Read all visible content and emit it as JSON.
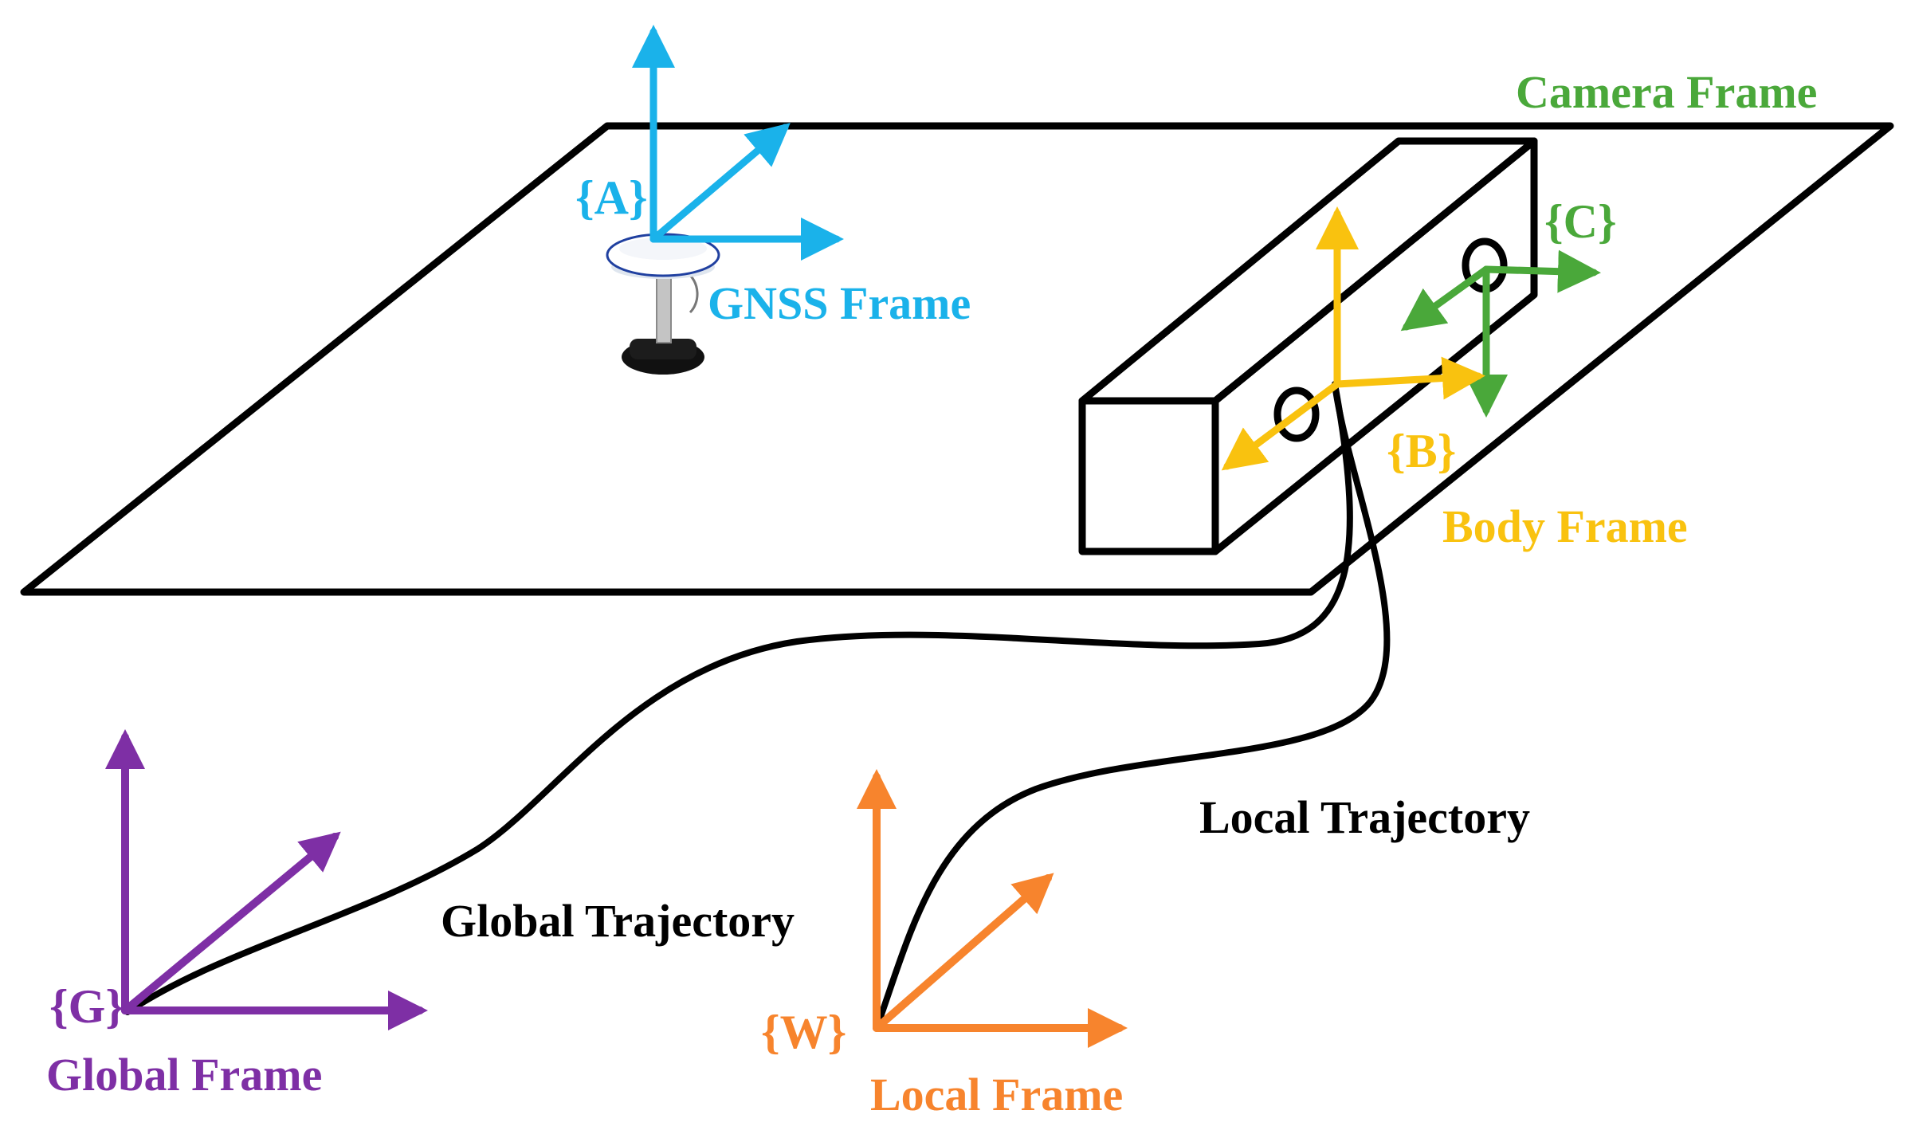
{
  "colors": {
    "gnss": "#1ab2ea",
    "camera": "#4aa83a",
    "body": "#f9c20f",
    "global": "#7e2fa5",
    "local": "#f7842d",
    "outline": "#000000"
  },
  "frames": {
    "gnss": {
      "id": "{A}",
      "label": "GNSS Frame"
    },
    "camera": {
      "id": "{C}",
      "label": "Camera Frame"
    },
    "body": {
      "id": "{B}",
      "label": "Body Frame"
    },
    "global": {
      "id": "{G}",
      "label": "Global Frame"
    },
    "local": {
      "id": "{W}",
      "label": "Local Frame"
    }
  },
  "trajectories": {
    "global": "Global Trajectory",
    "local": "Local Trajectory"
  },
  "icons": {
    "antenna": "gnss-antenna-icon"
  }
}
